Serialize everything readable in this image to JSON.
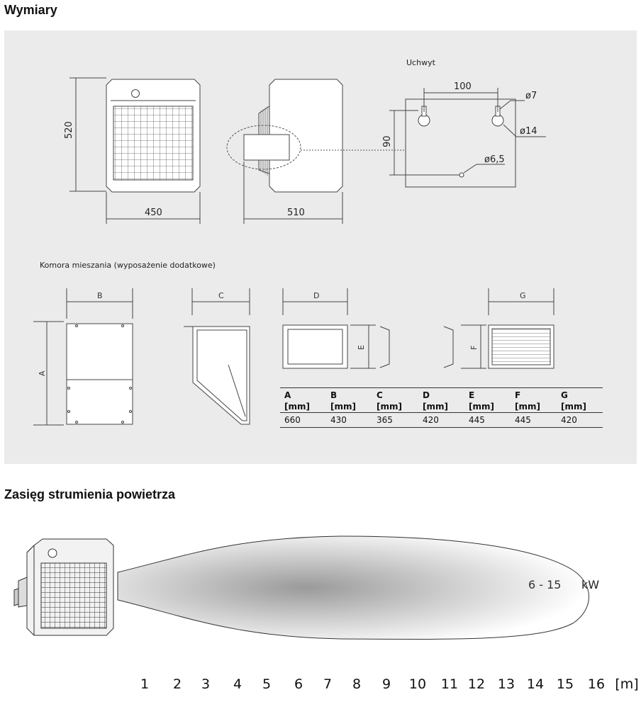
{
  "sections": {
    "dimensions_title": "Wymiary",
    "airflow_title": "Zasięg strumienia powietrza"
  },
  "heater_dims": {
    "height": "520",
    "width": "450",
    "depth": "510"
  },
  "bracket": {
    "title": "Uchwyt",
    "spacing": "100",
    "vertical": "90",
    "hole_small": "ø7",
    "hole_large": "ø14",
    "hole_bottom": "ø6,5"
  },
  "mixing_chamber": {
    "title": "Komora mieszania (wyposażenie dodatkowe)",
    "letters": {
      "A": "A",
      "B": "B",
      "C": "C",
      "D": "D",
      "E": "E",
      "F": "F",
      "G": "G"
    }
  },
  "table": {
    "headers": [
      {
        "letter": "A",
        "unit": "[mm]"
      },
      {
        "letter": "B",
        "unit": "[mm]"
      },
      {
        "letter": "C",
        "unit": "[mm]"
      },
      {
        "letter": "D",
        "unit": "[mm]"
      },
      {
        "letter": "E",
        "unit": "[mm]"
      },
      {
        "letter": "F",
        "unit": "[mm]"
      },
      {
        "letter": "G",
        "unit": "[mm]"
      }
    ],
    "values": [
      "660",
      "430",
      "365",
      "420",
      "445",
      "445",
      "420"
    ]
  },
  "airflow": {
    "power_label": "6 - 15",
    "power_unit": "kW",
    "ticks": [
      "1",
      "2",
      "3",
      "4",
      "5",
      "6",
      "7",
      "8",
      "9",
      "10",
      "11",
      "12",
      "13",
      "14",
      "15",
      "16"
    ],
    "unit": "[m]"
  }
}
